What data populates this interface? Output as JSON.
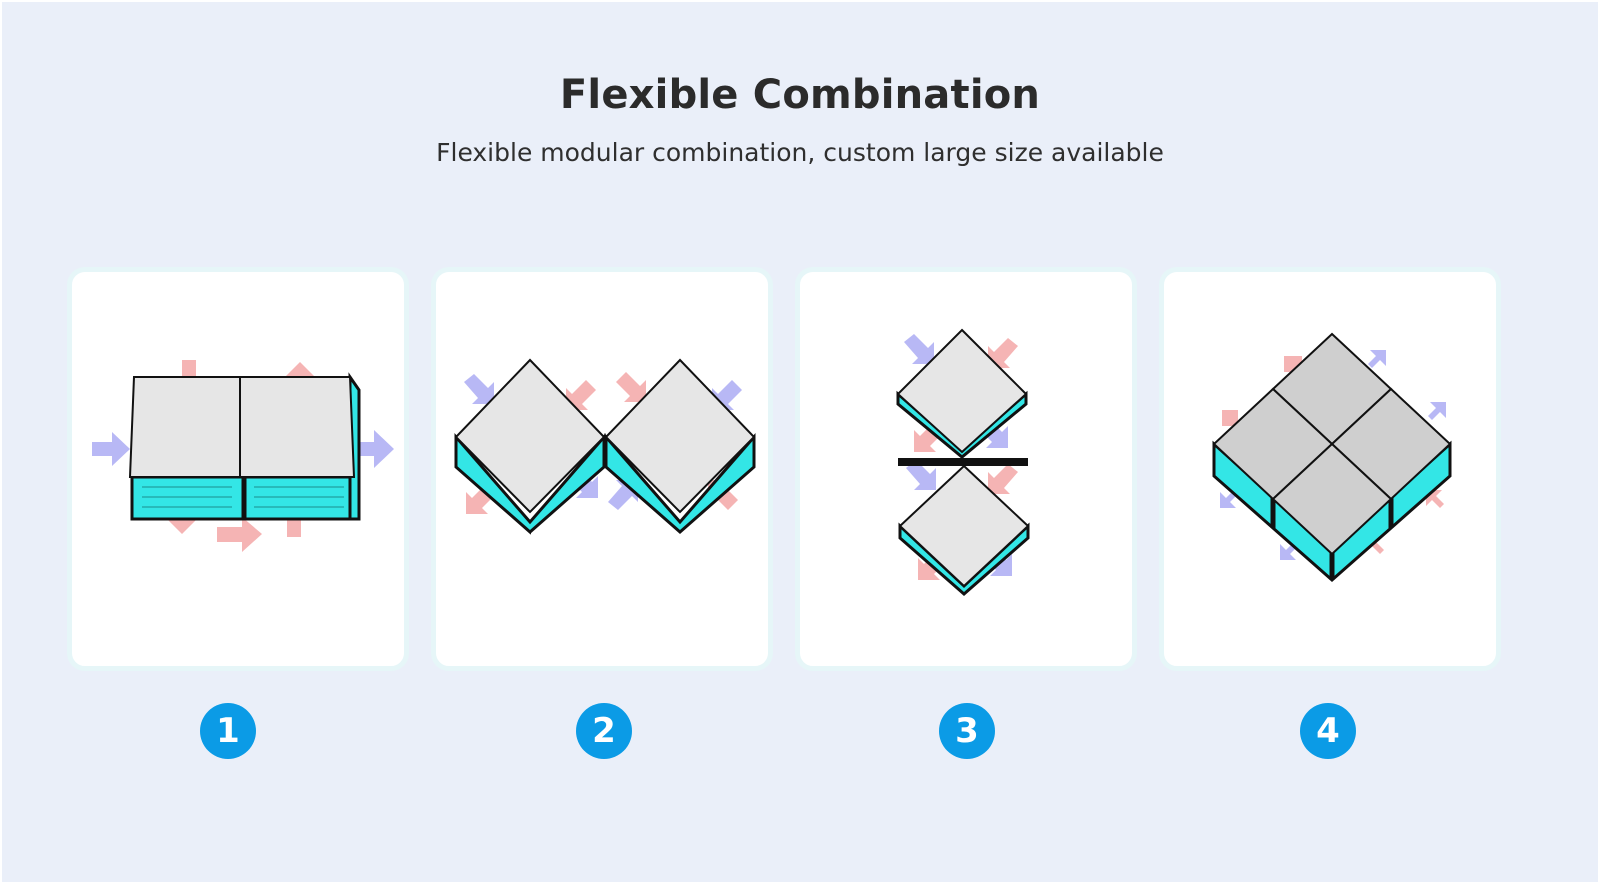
{
  "header": {
    "title": "Flexible Combination",
    "subtitle": "Flexible modular combination, custom large size available"
  },
  "colors": {
    "background": "#eaeff9",
    "badge": "#0b9be6",
    "module_top": "#e6e6e6",
    "module_side": "#33e6e6",
    "arrow_blue": "#b8b8f5",
    "arrow_pink": "#f5b4b4"
  },
  "cards": [
    {
      "number": "1",
      "image": "two-modules-side-by-side-icon"
    },
    {
      "number": "2",
      "image": "two-modules-diamond-row-icon"
    },
    {
      "number": "3",
      "image": "two-modules-stacked-icon"
    },
    {
      "number": "4",
      "image": "four-modules-grid-icon"
    }
  ]
}
